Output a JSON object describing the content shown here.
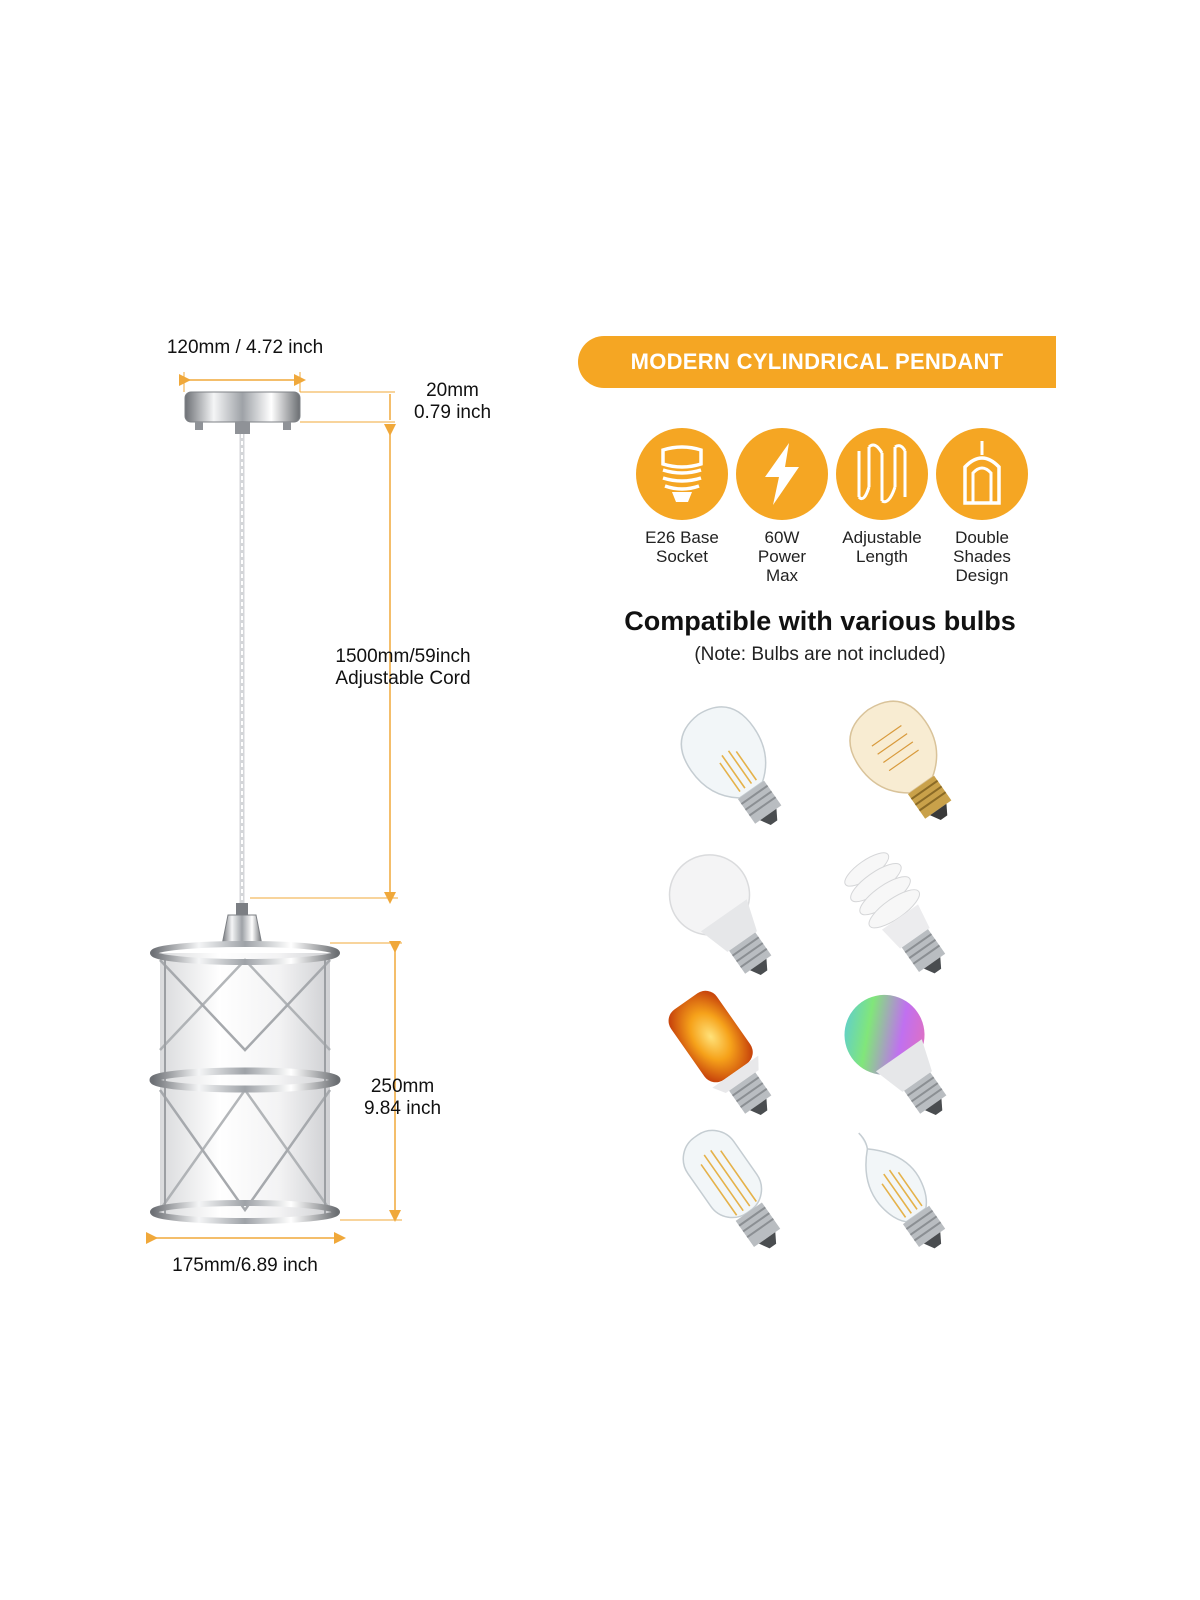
{
  "dimensions": {
    "canopy_width": "120mm / 4.72 inch",
    "canopy_height_mm": "20mm",
    "canopy_height_in": "0.79 inch",
    "cord_length": "1500mm/59inch",
    "cord_note": "Adjustable Cord",
    "shade_height_mm": "250mm",
    "shade_height_in": "9.84 inch",
    "shade_width": "175mm/6.89 inch"
  },
  "banner": {
    "text": "MODERN CYLINDRICAL PENDANT"
  },
  "features": [
    {
      "icon": "bulb-socket-icon",
      "line1": "E26 Base",
      "line2": "Socket",
      "line3": ""
    },
    {
      "icon": "lightning-icon",
      "line1": "60W",
      "line2": "Power",
      "line3": "Max"
    },
    {
      "icon": "adjustable-cord-icon",
      "line1": "Adjustable",
      "line2": "Length",
      "line3": ""
    },
    {
      "icon": "double-shade-icon",
      "line1": "Double",
      "line2": "Shades",
      "line3": "Design"
    }
  ],
  "compatibility": {
    "title": "Compatible with various bulbs",
    "note": "(Note: Bulbs are not included)"
  },
  "colors": {
    "accent": "#f5a623",
    "dimension_line": "#f0a83a",
    "chrome": "#9a9ea3"
  }
}
